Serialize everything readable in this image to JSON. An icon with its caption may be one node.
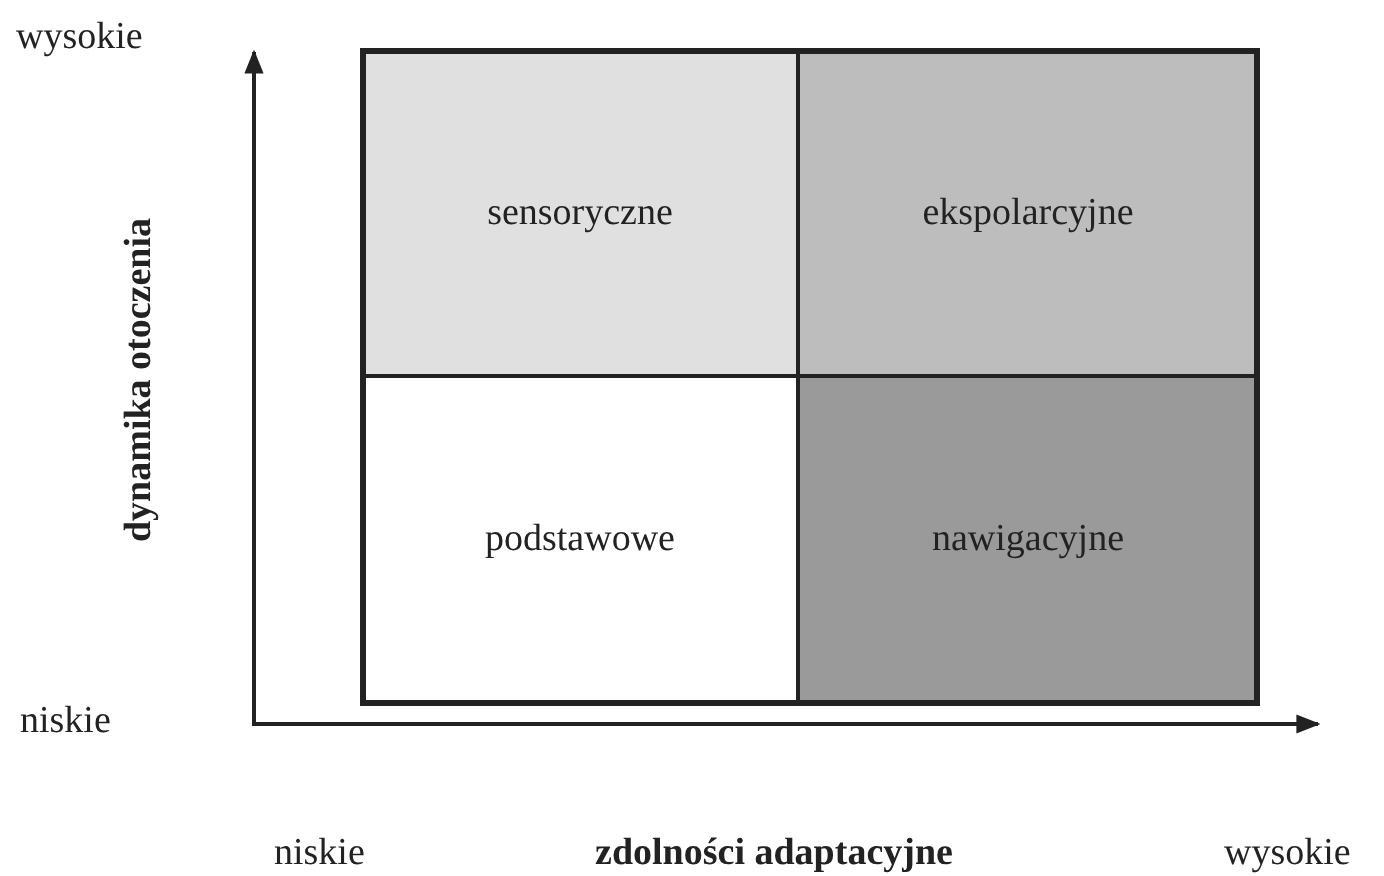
{
  "diagram": {
    "nodes": [
      {
        "text": [
          "sensoryczne"
        ]
      },
      {
        "text": [
          "ekspolarcyjne"
        ]
      },
      {
        "text": [
          "podstawowe"
        ]
      },
      {
        "text": [
          "nawigacyjne"
        ]
      }
    ],
    "labels": [
      "wysokie",
      "niskie",
      "dynamika otoczenia",
      "niskie",
      "zdolności adaptacyjne",
      "wysokie"
    ]
  }
}
